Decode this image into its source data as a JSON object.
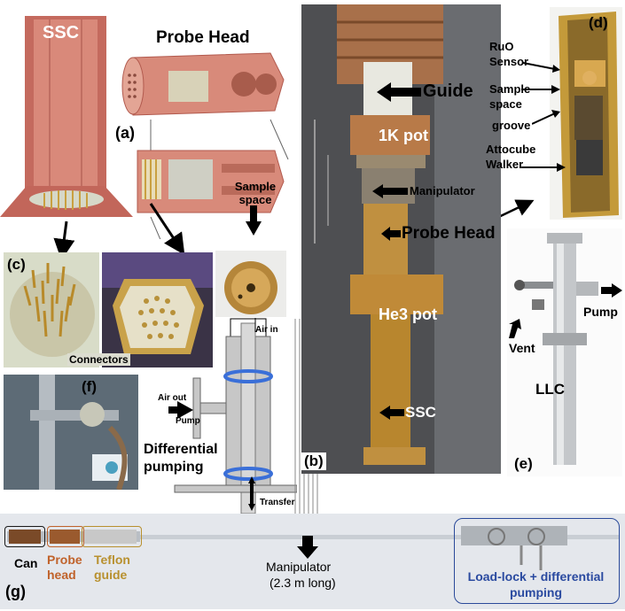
{
  "panels": {
    "a": "(a)",
    "b": "(b)",
    "c": "(c)",
    "d": "(d)",
    "e": "(e)",
    "f": "(f)",
    "g": "(g)"
  },
  "cad": {
    "ssc": "SSC",
    "probe_head": "Probe Head"
  },
  "photo_b": {
    "guide": "Guide",
    "pot_1k": "1K pot",
    "manipulator": "Manipulator",
    "probe_head": "Probe Head",
    "he3_pot": "He3 pot",
    "ssc": "SSC"
  },
  "photo_c": {
    "sample_space": "Sample space",
    "connectors": "Connectors"
  },
  "photo_d": {
    "ruo_sensor": "RuO Sensor",
    "sample_space": "Sample space",
    "groove": "groove",
    "attocube_walker": "Attocube Walker"
  },
  "photo_e": {
    "pump": "Pump",
    "vent": "Vent",
    "llc": "LLC"
  },
  "schematic_f": {
    "air_in": "Air in",
    "air_out": "Air out",
    "pump": "Pump",
    "differential_pumping": "Differential pumping",
    "transfer_rod": "Transfer rod"
  },
  "panel_g": {
    "can": "Can",
    "probe_head": "Probe head",
    "teflon_guide": "Teflon guide",
    "manipulator": "Manipulator",
    "manipulator_length": "(2.3 m long)",
    "load_lock": "Load-lock + differential pumping"
  },
  "colors": {
    "copper": "#c0703e",
    "brass": "#c99a3c",
    "steel": "#9aa3ab",
    "ring_blue": "#3a6fd8",
    "can_box": "#1a1a1a",
    "probe_box": "#c0622a",
    "teflon_box": "#b8902e",
    "loadlock_box": "#2a4a9a",
    "loadlock_text": "#2a4aa0"
  }
}
